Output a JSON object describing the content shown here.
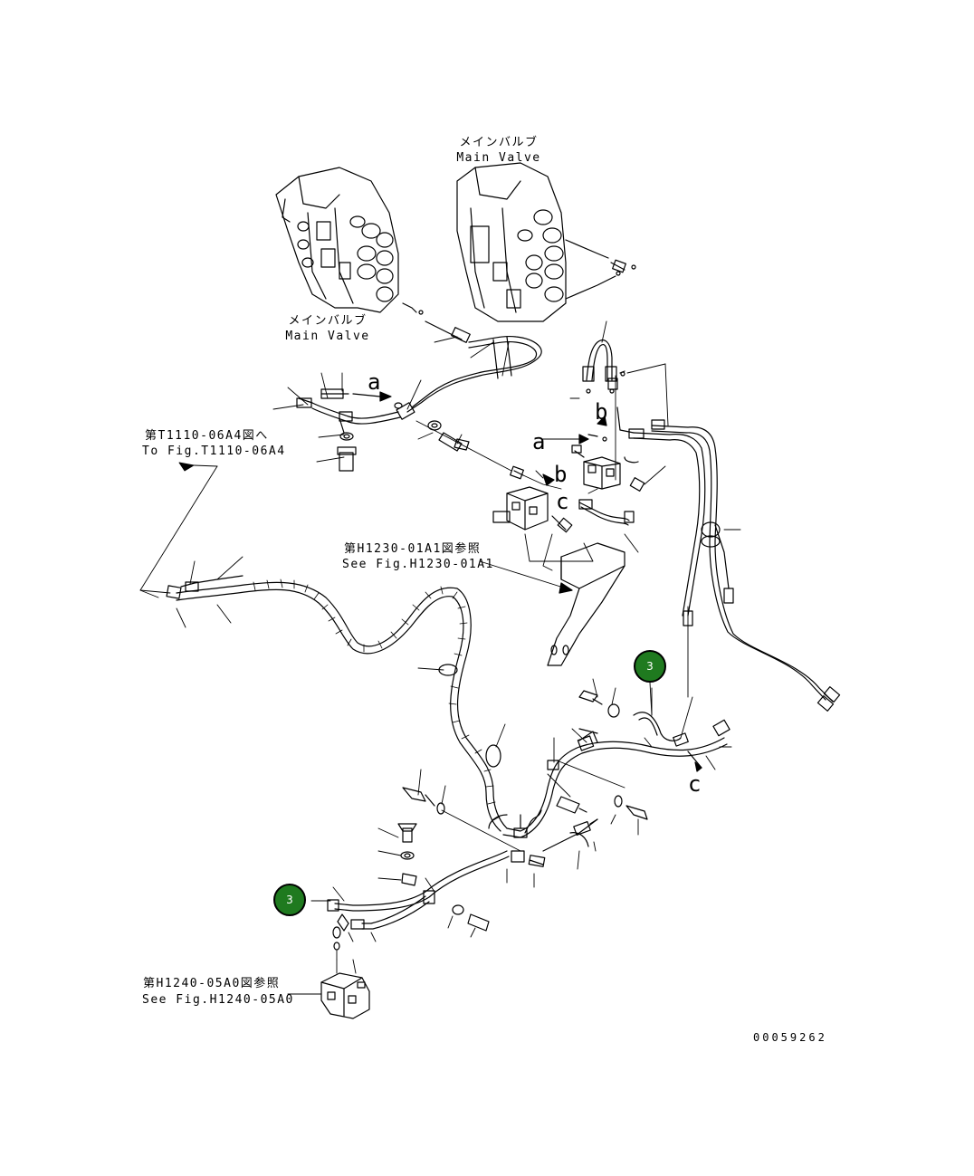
{
  "diagram": {
    "main_valve_top": {
      "jp": "メインバルブ",
      "en": "Main Valve"
    },
    "main_valve_left": {
      "jp": "メインバルブ",
      "en": "Main Valve"
    },
    "ref_t1110": {
      "jp": "第T1110-06A4図へ",
      "en": "To Fig.T1110-06A4"
    },
    "ref_h1230": {
      "jp": "第H1230-01A1図参照",
      "en": "See Fig.H1230-01A1"
    },
    "ref_h1240": {
      "jp": "第H1240-05A0図参照",
      "en": "See Fig.H1240-05A0"
    },
    "letters": {
      "a1": "a",
      "a2": "a",
      "b1": "b",
      "b2": "b",
      "c1": "c",
      "c2": "c"
    },
    "callouts": [
      {
        "number": "3",
        "color": "#1f7a1f"
      },
      {
        "number": "3",
        "color": "#1f7a1f"
      }
    ],
    "document_number": "00059262"
  }
}
